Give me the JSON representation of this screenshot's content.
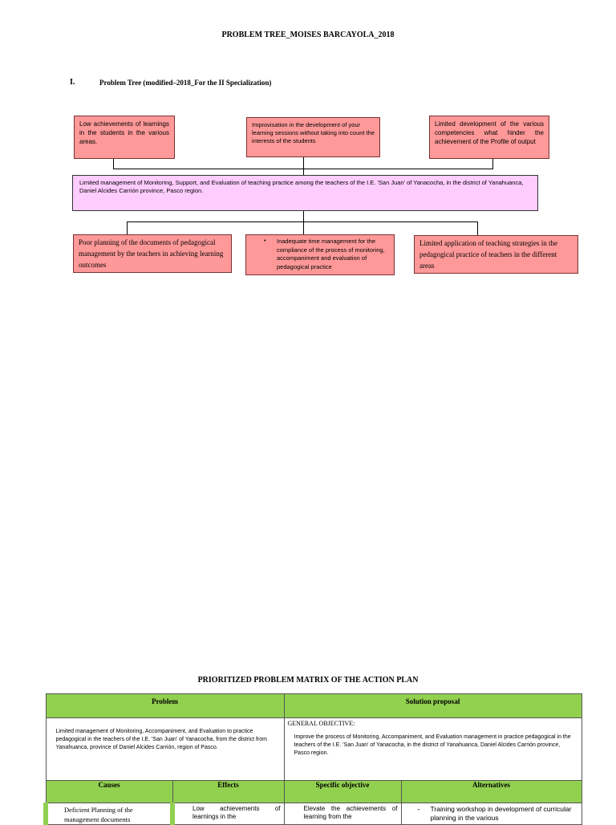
{
  "doc_title": "PROBLEM TREE_MOISES BARCAYOLA_2018",
  "section": {
    "number": "I.",
    "title": "Problem Tree (modified–2018_For the II Specialization)"
  },
  "effects": [
    "Low achievements of learnings in the students in the various areas.",
    "Improvisation in the development of your learning sessions without taking into count the interests of the students",
    "Limited development of the various competencies what hinder the achievement of the Profile of output"
  ],
  "central_problem": "Limited management of Monitoring, Support, and Evaluation of teaching practice among the teachers of the I.E. 'San Juan' of Yanacocha, in the district of Yanahuanca, Daniel Alcides Carrión province, Pasco region.",
  "causes": [
    "Poor planning of the documents of pedagogical management by the teachers in achieving learning outcomes",
    "Inadequate time management for the compliance of the process of monitoring, accompaniment and evaluation of pedagogical practice",
    "Limited application of teaching strategies in the pedagogical practice of teachers in the different areas"
  ],
  "cause2_bullet": "•",
  "matrix": {
    "title": "PRIORITIZED PROBLEM MATRIX OF THE ACTION PLAN",
    "header_problem": "Problem",
    "header_solution": "Solution proposal",
    "problem_text": "Limited management of Monitoring, Accompaniment, and Evaluation to practice pedagogical in the teachers of the I.E. 'San Juan' of Yanacocha, from the district from Yanahuanca, province of Daniel Alcides Carrión, region of Pasco.",
    "general_objective_label": "GENERAL OBJECTIVE:",
    "general_objective_text": "Improve the process of Monitoring, Accompaniment, and Evaluation management in practice pedagogical in the teachers of the I.E. 'San Juan' of Yanacocha, in the district of Yanahuanca, Daniel Alcides Carrión province, Pasco region.",
    "col_causes": "Causes",
    "col_effects": "Effects",
    "col_specific": "Specific objective",
    "col_alternatives": "Alternatives",
    "row1_cause": "Deficient Planning of the management documents",
    "row1_effect": "Low achievements of learnings in the",
    "row1_specific": "Elevate the achievements of learning from the",
    "row1_alternative_bullet": "-",
    "row1_alternative": "Training workshop in development of curricular planning in the various"
  },
  "colors": {
    "effect_box": "#ff9999",
    "center_box": "#ffccff",
    "matrix_header": "#92d050"
  }
}
